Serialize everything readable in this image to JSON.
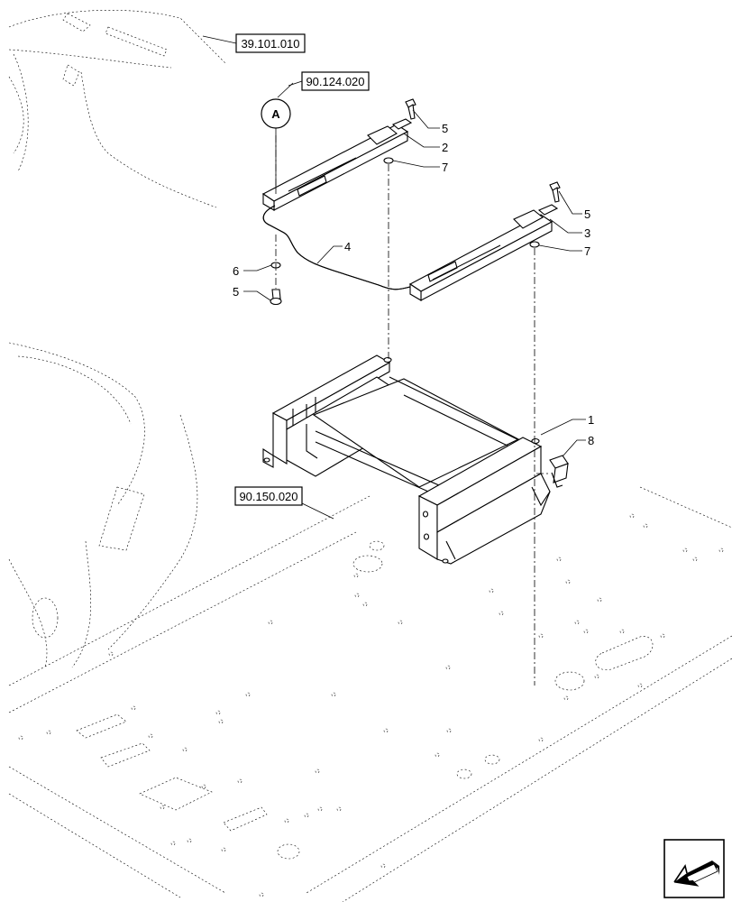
{
  "references": {
    "ref_top": "39.101.010",
    "ref_mid": "90.124.020",
    "ref_left": "90.150.020"
  },
  "callout": {
    "label": "A"
  },
  "parts": {
    "p1": "1",
    "p2": "2",
    "p3": "3",
    "p4": "4",
    "p5a": "5",
    "p5b": "5",
    "p5c": "5",
    "p6": "6",
    "p7a": "7",
    "p7b": "7",
    "p8": "8"
  },
  "nav_icon": "arrow-left-down-icon"
}
